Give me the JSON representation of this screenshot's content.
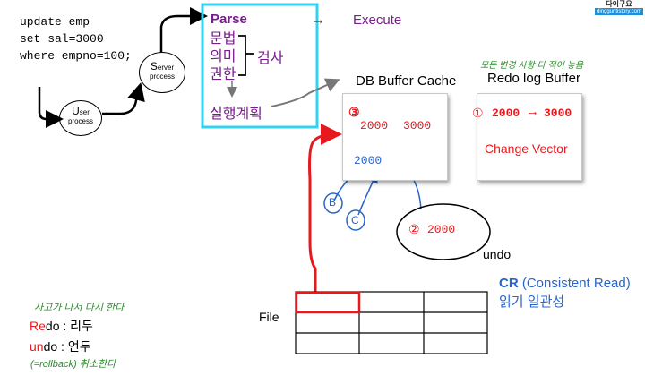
{
  "sql": {
    "line1": "update emp",
    "line2": "set sal=3000",
    "line3": "where empno=100;"
  },
  "user_process": {
    "big": "U",
    "small": "ser",
    "sub": "process"
  },
  "server_process": {
    "big": "S",
    "small": "erver",
    "sub": "process"
  },
  "parse": {
    "title": "Parse",
    "items": [
      "문법",
      "의미",
      "권한"
    ],
    "check": "검사",
    "plan": "실행계획"
  },
  "execute": {
    "arrow": "→",
    "label": "Execute"
  },
  "buffer_cache": {
    "title": "DB Buffer Cache",
    "step": "③",
    "old_value": "2000",
    "new_value": "3000",
    "cr_value": "2000"
  },
  "redo_buffer": {
    "note": "모든 변경 사항 다 적어 놓음",
    "title": "Redo log Buffer",
    "step": "①",
    "from": "2000",
    "arrow": "→",
    "to": "3000",
    "vector": "Change Vector"
  },
  "markers": {
    "b": "B",
    "c": "C"
  },
  "undo": {
    "step": "②",
    "value": "2000",
    "label": "undo"
  },
  "cr": {
    "bold": "CR",
    "rest": "(Consistent Read)",
    "korean": "읽기 일관성"
  },
  "file_label": "File",
  "notes": {
    "line1": "사고가 나서 다시 한다",
    "redo_red": "Re",
    "redo_rest": "do : 리두",
    "undo_red": "un",
    "undo_rest": "do : 언두",
    "rollback": "(=rollback) 취소한다"
  },
  "logo": {
    "text": "다이구요",
    "sub": "dinggur.tistory.com"
  },
  "colors": {
    "purple": "#7a1b8e",
    "cyan": "#33d1f0",
    "red": "#e8191e",
    "blue": "#2a64c8",
    "green": "#2c8a2c"
  }
}
